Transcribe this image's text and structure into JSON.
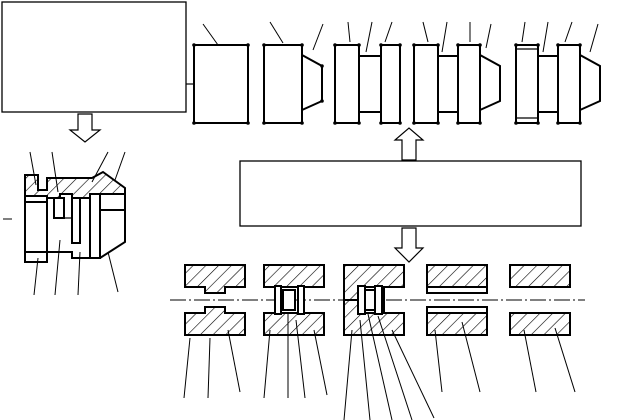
{
  "diagram": {
    "boxes": [
      {
        "id": "top-left-box",
        "text": ""
      },
      {
        "id": "middle-box",
        "text": ""
      }
    ],
    "colors": {
      "stroke": "#000000",
      "background": "#ffffff"
    },
    "top_row_shapes": [
      "rectangle",
      "rectangle-with-trapezoid",
      "double-block",
      "double-block-with-trapezoid",
      "double-block-with-trapezoid-bands"
    ],
    "bottom_row_sections": [
      "stepped-bore-section",
      "grooved-bore-section",
      "grooved-bore-section-2",
      "sleeve-section",
      "sleeve-section-2"
    ]
  }
}
